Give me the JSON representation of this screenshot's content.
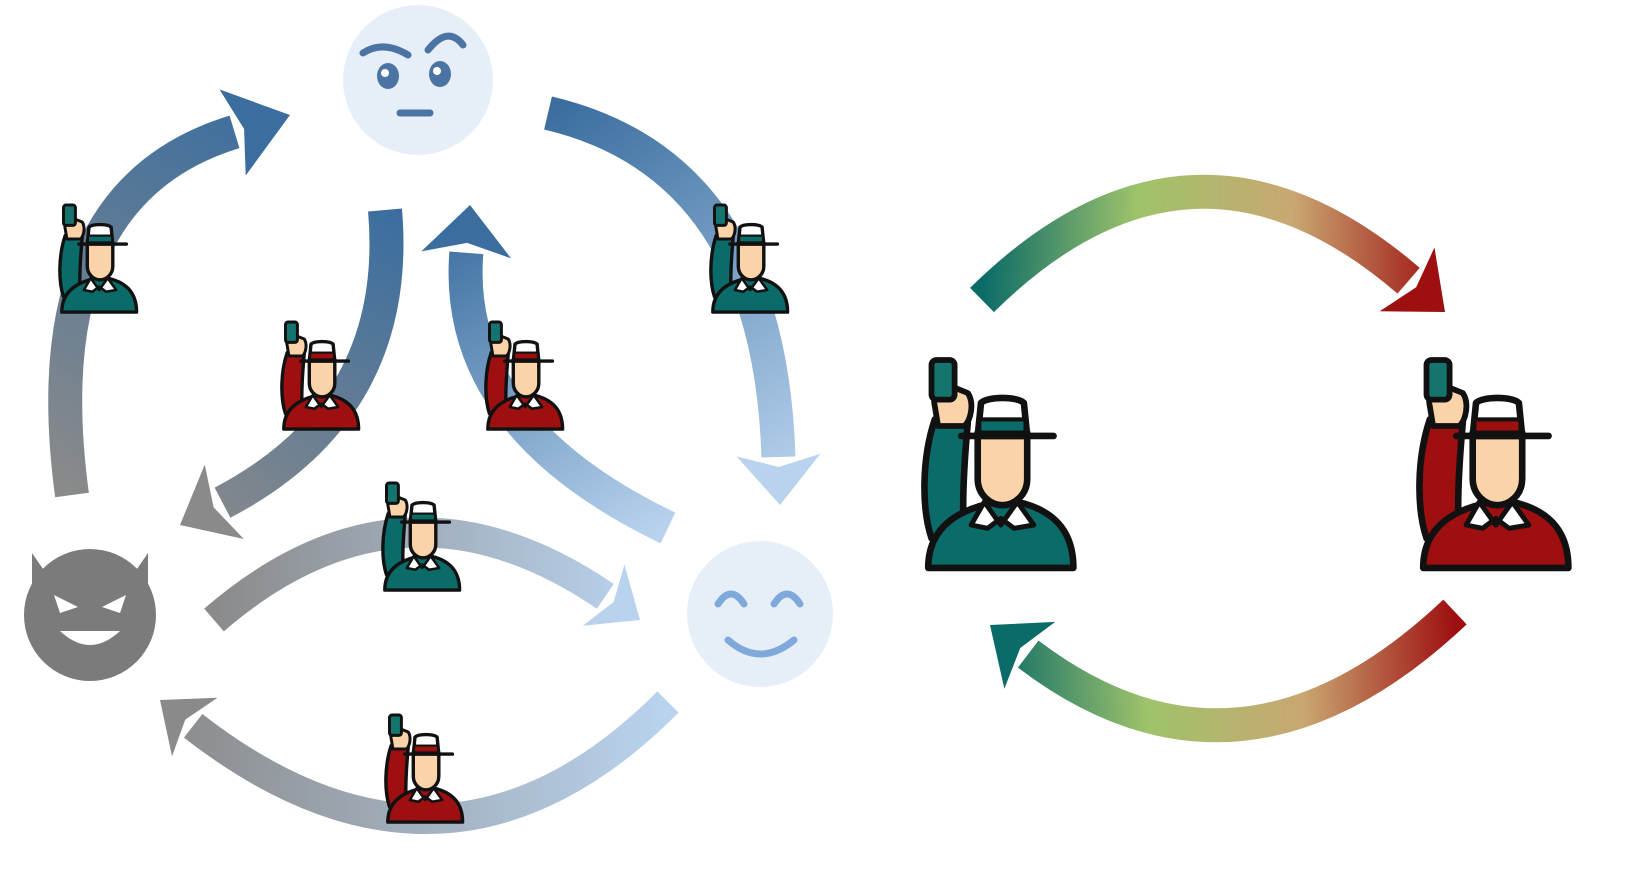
{
  "colors": {
    "teal": "#0b6b68",
    "red": "#9e0f10",
    "gray": "#808080",
    "blue_dark": "#3b6e9f",
    "blue_light": "#b9d3ee",
    "face_bg": "#e6eef7",
    "face_line": "#4b74a4",
    "smile_line": "#7ea9da",
    "devil": "#7b7b7b",
    "skin": "#fad4a8",
    "outline": "#111111",
    "phone": "#15756e",
    "band_teal": "#0b6b68",
    "band_red": "#9e0f10"
  },
  "nodes": [
    {
      "name": "suspicious-face-icon",
      "expression": "suspicious"
    },
    {
      "name": "smiling-face-icon",
      "expression": "happy"
    },
    {
      "name": "devil-face-icon",
      "expression": "devil"
    }
  ],
  "agents": [
    {
      "name": "agent-teal-icon",
      "variant": "teal"
    },
    {
      "name": "agent-red-icon",
      "variant": "red"
    }
  ],
  "arrows": [
    {
      "name": "arrow-devil-to-suspicious",
      "colors": [
        "#8a8a8a",
        "#3b6e9f"
      ]
    },
    {
      "name": "arrow-suspicious-to-smiling",
      "colors": [
        "#3b6e9f",
        "#b9d3ee"
      ]
    },
    {
      "name": "arrow-suspicious-to-devil",
      "colors": [
        "#3b6e9f",
        "#8a8a8a"
      ]
    },
    {
      "name": "arrow-smiling-to-suspicious",
      "colors": [
        "#b9d3ee",
        "#3b6e9f"
      ]
    },
    {
      "name": "arrow-devil-to-smiling",
      "colors": [
        "#8a8a8a",
        "#b9d3ee"
      ]
    },
    {
      "name": "arrow-smiling-to-devil",
      "colors": [
        "#b9d3ee",
        "#8a8a8a"
      ]
    },
    {
      "name": "arrow-teal-to-red",
      "colors": [
        "#0b6b68",
        "#9fc36a",
        "#c9a772",
        "#9e0f10"
      ]
    },
    {
      "name": "arrow-red-to-teal",
      "colors": [
        "#9e0f10",
        "#c9a772",
        "#9fc36a",
        "#0b6b68"
      ]
    }
  ]
}
